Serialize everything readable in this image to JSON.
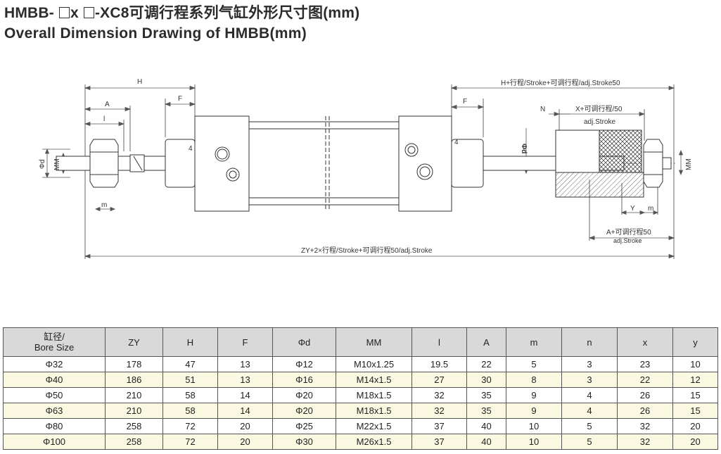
{
  "title": {
    "cn_prefix": "HMBB-",
    "cn_x": "x",
    "cn_suffix": "-XC8可调行程系列气缸外形尺寸图(mm)",
    "en": "Overall Dimension Drawing of HMBB(mm)"
  },
  "drawing": {
    "labels": {
      "H": "H",
      "A": "A",
      "l": "l",
      "F_left": "F",
      "four_left": "4",
      "phi_d_left": "Φd",
      "MM_left": "MM",
      "m_left": "m",
      "H_stroke": "H+行程/Stroke+可调行程/adj.Stroke50",
      "F_right": "F",
      "four_right": "4",
      "phi_d_right": "Φd",
      "N": "N",
      "X_stroke": "X+可调行程/50",
      "adj_stroke": "adj.Stroke",
      "Y": "Y",
      "m_right": "m",
      "MM_right": "MM",
      "A_stroke": "A+可调行程50",
      "adj_stroke2": "adj.Stroke",
      "ZY": "ZY+2×行程/Stroke+可调行程50/adj.Stroke"
    }
  },
  "table": {
    "headers": [
      "缸径/\nBore Size",
      "ZY",
      "H",
      "F",
      "Φd",
      "MM",
      "l",
      "A",
      "m",
      "n",
      "x",
      "y"
    ],
    "rows": [
      [
        "Φ32",
        "178",
        "47",
        "13",
        "Φ12",
        "M10x1.25",
        "19.5",
        "22",
        "5",
        "3",
        "23",
        "10"
      ],
      [
        "Φ40",
        "186",
        "51",
        "13",
        "Φ16",
        "M14x1.5",
        "27",
        "30",
        "8",
        "3",
        "22",
        "12"
      ],
      [
        "Φ50",
        "210",
        "58",
        "14",
        "Φ20",
        "M18x1.5",
        "32",
        "35",
        "9",
        "4",
        "26",
        "15"
      ],
      [
        "Φ63",
        "210",
        "58",
        "14",
        "Φ20",
        "M18x1.5",
        "32",
        "35",
        "9",
        "4",
        "26",
        "15"
      ],
      [
        "Φ80",
        "258",
        "72",
        "20",
        "Φ25",
        "M22x1.5",
        "37",
        "40",
        "10",
        "5",
        "32",
        "20"
      ],
      [
        "Φ100",
        "258",
        "72",
        "20",
        "Φ30",
        "M26x1.5",
        "37",
        "40",
        "10",
        "5",
        "32",
        "20"
      ]
    ]
  }
}
